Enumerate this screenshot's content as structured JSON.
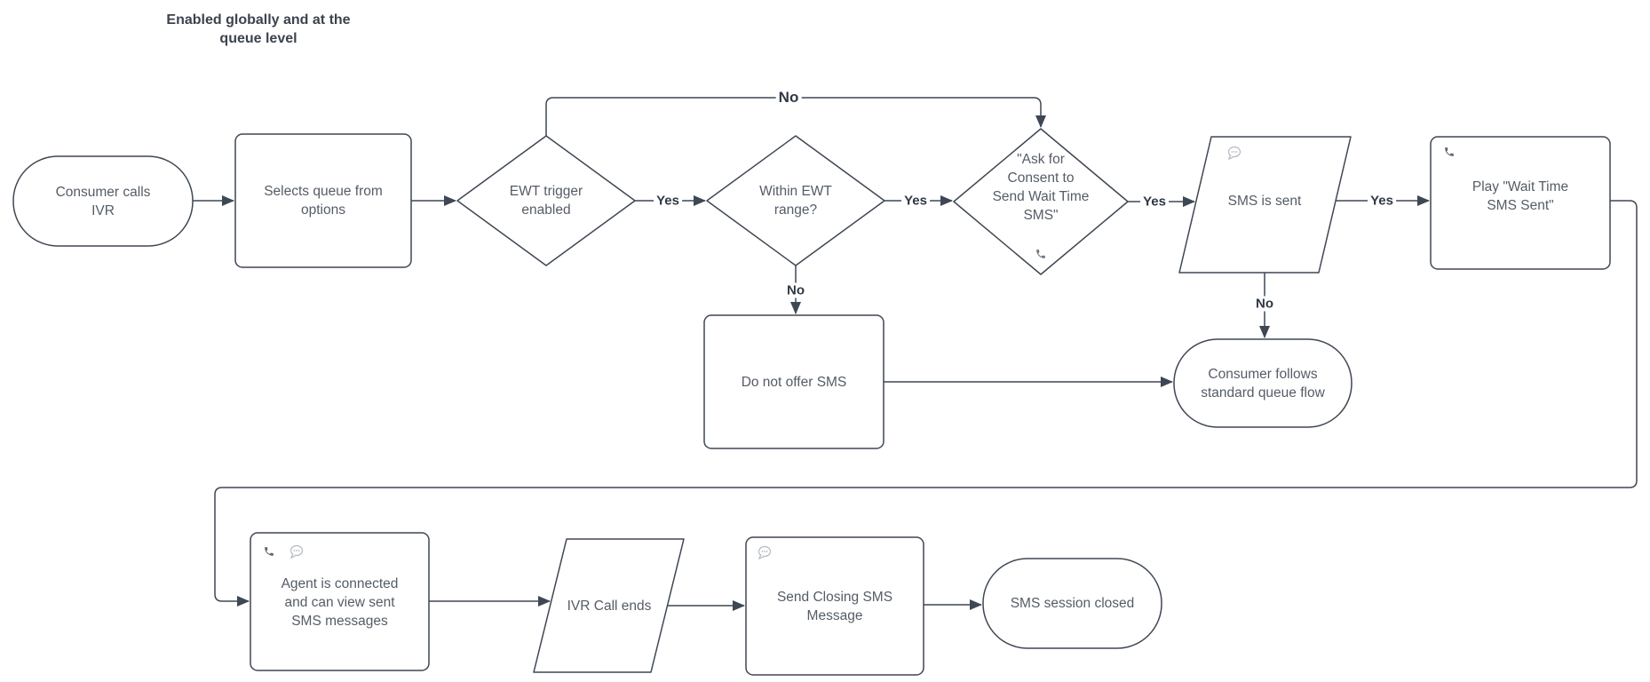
{
  "title": {
    "lines": [
      "Enabled globally and at the",
      "queue level"
    ]
  },
  "colors": {
    "stroke": "#3E4754",
    "node_text": "#555C66",
    "label_text": "#2F3844",
    "icon_dark": "#5E6670",
    "icon_light": "#B4BAC2"
  },
  "nodes": {
    "consumer_calls_ivr": {
      "shape": "terminator",
      "label": "Consumer calls IVR",
      "lines": [
        "Consumer calls",
        "IVR"
      ]
    },
    "selects_queue": {
      "shape": "process",
      "label": "Selects queue from options",
      "lines": [
        "Selects queue from",
        "options"
      ]
    },
    "ewt_trigger": {
      "shape": "decision",
      "label": "EWT trigger enabled",
      "lines": [
        "EWT trigger",
        "enabled"
      ]
    },
    "within_ewt": {
      "shape": "decision",
      "label": "Within EWT range?",
      "lines": [
        "Within EWT",
        "range?"
      ]
    },
    "ask_consent": {
      "shape": "decision",
      "icon": "phone",
      "label": "\"Ask for Consent to Send Wait Time SMS\"",
      "lines": [
        "\"Ask for",
        "Consent to",
        "Send Wait Time",
        "SMS\""
      ]
    },
    "sms_is_sent": {
      "shape": "data",
      "icon": "speech-bubble",
      "label": "SMS is sent",
      "lines": [
        "SMS is sent"
      ]
    },
    "play_wait_time": {
      "shape": "process",
      "icon": "phone",
      "label": "Play \"Wait Time SMS Sent\"",
      "lines": [
        "Play \"Wait Time",
        "SMS Sent\""
      ]
    },
    "do_not_offer": {
      "shape": "process",
      "label": "Do not offer SMS",
      "lines": [
        "Do not offer SMS"
      ]
    },
    "consumer_follows": {
      "shape": "terminator",
      "label": "Consumer follows standard queue flow",
      "lines": [
        "Consumer follows",
        "standard queue flow"
      ]
    },
    "agent_connected": {
      "shape": "process",
      "icons": [
        "phone",
        "speech-bubble"
      ],
      "label": "Agent is connected and can view sent SMS messages",
      "lines": [
        "Agent is connected",
        "and can view sent",
        "SMS messages"
      ]
    },
    "ivr_call_ends": {
      "shape": "data",
      "label": "IVR Call ends",
      "lines": [
        "IVR Call ends"
      ]
    },
    "send_closing": {
      "shape": "process",
      "icon": "speech-bubble",
      "label": "Send Closing SMS Message",
      "lines": [
        "Send Closing SMS",
        "Message"
      ]
    },
    "sms_session_closed": {
      "shape": "terminator",
      "label": "SMS session closed",
      "lines": [
        "SMS session closed"
      ]
    }
  },
  "edge_labels": {
    "yes1": "Yes",
    "yes2": "Yes",
    "yes3": "Yes",
    "yes4": "Yes",
    "no_top": "No",
    "no_within": "No",
    "no_sms": "No"
  }
}
